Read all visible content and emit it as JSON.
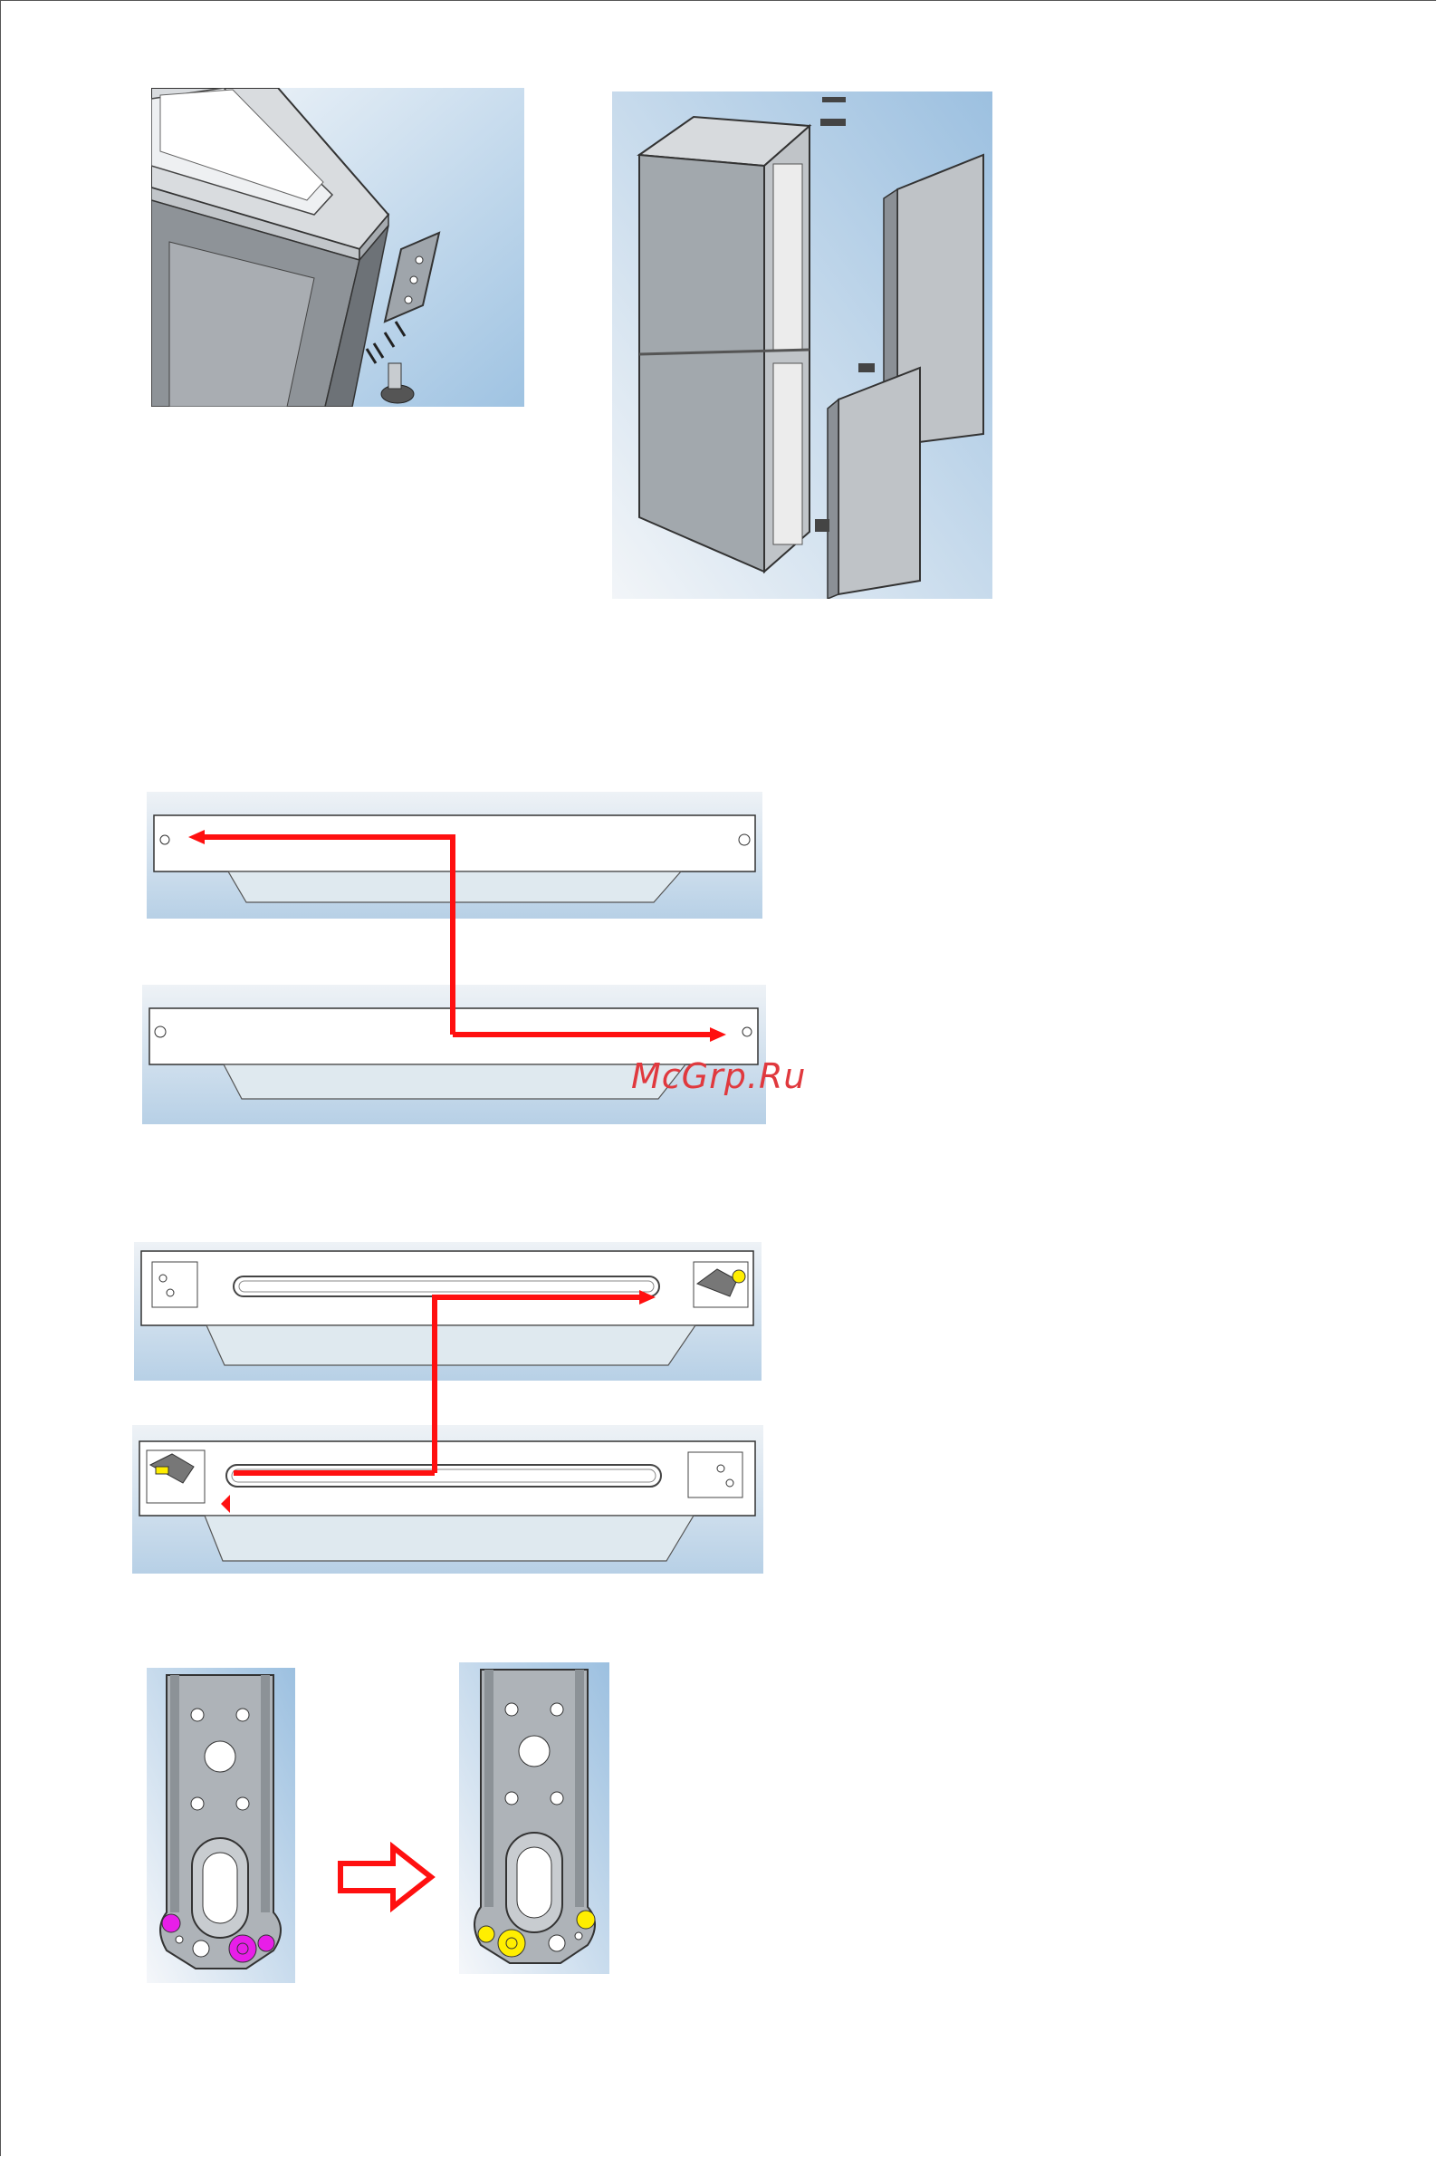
{
  "watermark": {
    "text": "McGrp.Ru"
  },
  "colors": {
    "sky_top": "#eef2f7",
    "sky_bottom": "#9cc0e0",
    "arrow_red": "#ff1010",
    "marker_magenta": "#e81ee8",
    "marker_yellow": "#ffee00"
  },
  "figures": [
    {
      "id": "fig-hinge-corner",
      "icon": "top-hinge-assembly"
    },
    {
      "id": "fig-fridge-exploded",
      "icon": "fridge-exploded-view"
    },
    {
      "id": "fig-door-top-swap",
      "icon": "door-top-edge-swap"
    },
    {
      "id": "fig-door-bottom-swap",
      "icon": "door-bottom-edge-swap"
    },
    {
      "id": "fig-hinge-before",
      "icon": "hinge-plate-before"
    },
    {
      "id": "fig-hinge-arrow",
      "icon": "outline-arrow-right"
    },
    {
      "id": "fig-hinge-after",
      "icon": "hinge-plate-after"
    }
  ]
}
